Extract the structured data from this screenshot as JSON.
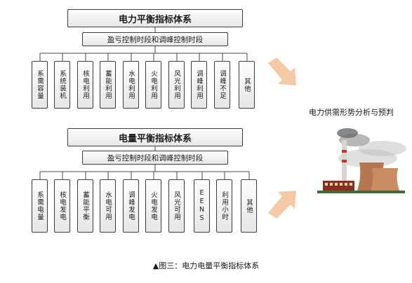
{
  "diagram1": {
    "title": "电力平衡指标体系",
    "subtitle": "盈亏控制时段和调峰控制时段",
    "items": [
      "系需容量",
      "系统装机",
      "核电利用",
      "蓄能利用",
      "水电利用",
      "火电利用",
      "风光利用",
      "调峰利用",
      "调峰不足",
      "其他"
    ]
  },
  "diagram2": {
    "title": "电量平衡指标体系",
    "subtitle": "盈亏控制时段和调峰控制时段",
    "items": [
      "系需电量",
      "核电发电",
      "蓄能平衡",
      "水电可用",
      "调峰发电",
      "火电发电",
      "风光可用",
      "EENS",
      "利用小时",
      "其他"
    ]
  },
  "side_label": "电力供需形势分析与预判",
  "caption": "▲图三：电力电量平衡指标体系",
  "colors": {
    "arrow": "#f5c9a6",
    "box_border": "#3c3c3c"
  }
}
